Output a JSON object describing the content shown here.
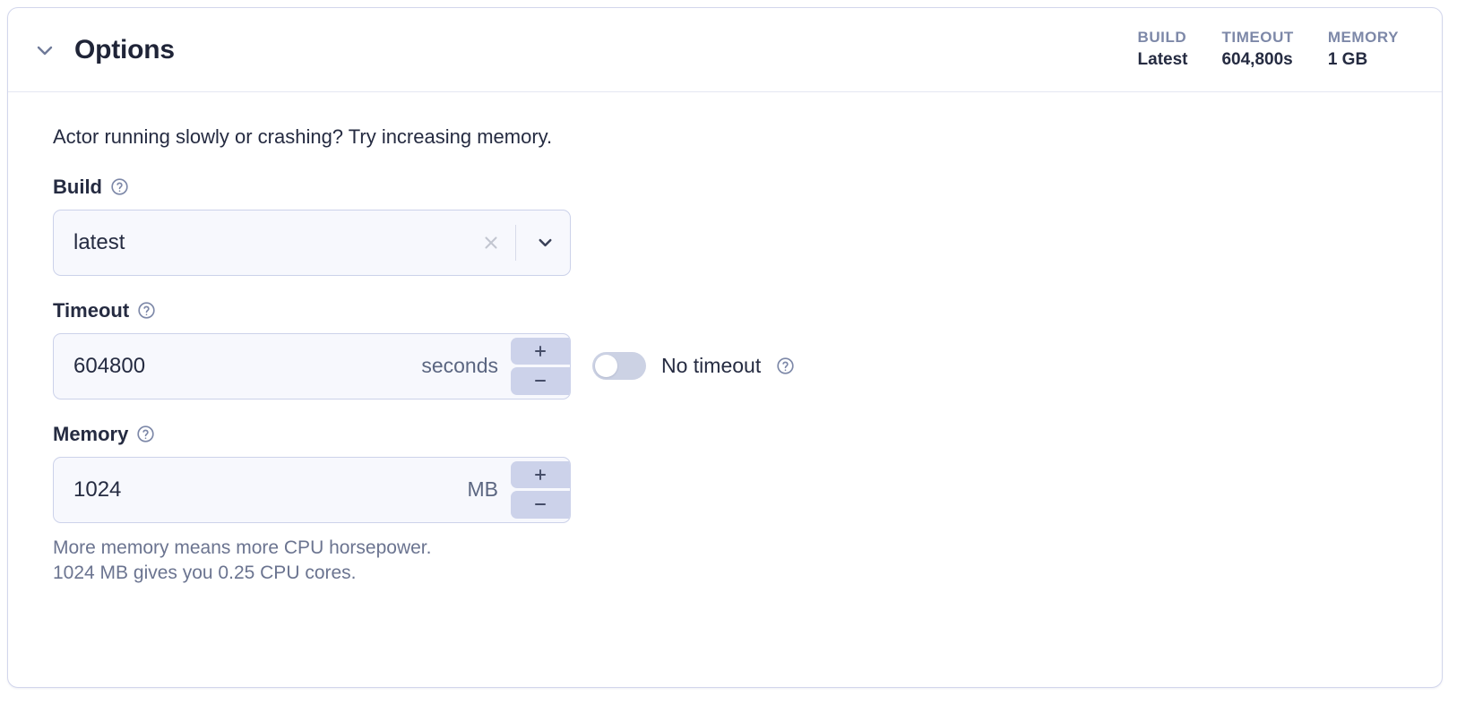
{
  "panel": {
    "title": "Options",
    "collapse_icon": "chevron-down-icon",
    "stats": [
      {
        "label": "BUILD",
        "value": "Latest"
      },
      {
        "label": "TIMEOUT",
        "value": "604,800s"
      },
      {
        "label": "MEMORY",
        "value": "1 GB"
      }
    ]
  },
  "body": {
    "intro": "Actor running slowly or crashing? Try increasing memory.",
    "build": {
      "label": "Build",
      "help_icon": "help-circle-icon",
      "value": "latest",
      "clear_icon": "close-icon",
      "dropdown_icon": "chevron-down-icon"
    },
    "timeout": {
      "label": "Timeout",
      "help_icon": "help-circle-icon",
      "value": "604800",
      "unit": "seconds",
      "increment_label": "+",
      "decrement_label": "−",
      "no_timeout": {
        "label": "No timeout",
        "help_icon": "help-circle-icon",
        "enabled": false
      }
    },
    "memory": {
      "label": "Memory",
      "help_icon": "help-circle-icon",
      "value": "1024",
      "unit": "MB",
      "increment_label": "+",
      "decrement_label": "−",
      "helper_line1": "More memory means more CPU horsepower.",
      "helper_line2": "1024 MB gives you 0.25 CPU cores."
    }
  },
  "colors": {
    "card_border": "#d2d6ec",
    "field_border": "#ccd2ea",
    "field_fill": "#f7f8fd",
    "stepper_fill": "#ccd2ea",
    "text_primary": "#252b41",
    "text_muted": "#6b7490",
    "stat_label": "#7d88a8"
  }
}
